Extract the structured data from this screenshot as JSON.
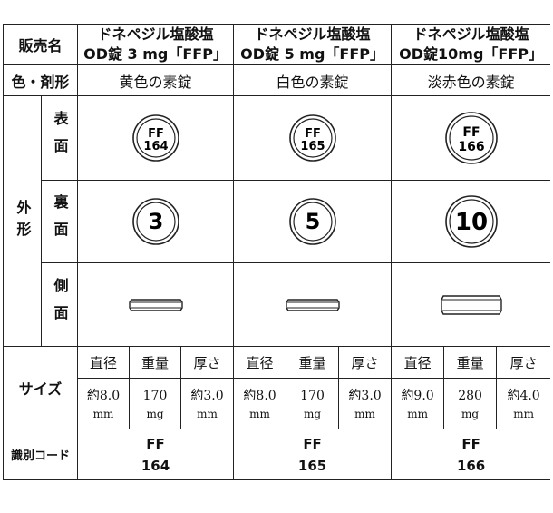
{
  "header": {
    "name_label": "販売名",
    "products": [
      {
        "line1": "ドネペジル塩酸塩",
        "line2": "OD錠 3 mg「FFP」"
      },
      {
        "line1": "ドネペジル塩酸塩",
        "line2": "OD錠 5 mg「FFP」"
      },
      {
        "line1": "ドネペジル塩酸塩",
        "line2": "OD錠10mg「FFP」"
      }
    ]
  },
  "color_row": {
    "label": "色・剤形",
    "values": [
      "黄色の素錠",
      "白色の素錠",
      "淡赤色の素錠"
    ]
  },
  "appearance": {
    "label": "外形",
    "front_label": "表面",
    "back_label": "裏面",
    "side_label": "側面",
    "front_marks": [
      {
        "line1": "FF",
        "line2": "164"
      },
      {
        "line1": "FF",
        "line2": "165"
      },
      {
        "line1": "FF",
        "line2": "166"
      }
    ],
    "back_marks": [
      "3",
      "5",
      "10"
    ]
  },
  "size": {
    "label": "サイズ",
    "headers": [
      "直径",
      "重量",
      "厚さ"
    ],
    "values": [
      [
        {
          "v": "約8.0",
          "u": "mm"
        },
        {
          "v": "170",
          "u": "mg"
        },
        {
          "v": "約3.0",
          "u": "mm"
        }
      ],
      [
        {
          "v": "約8.0",
          "u": "mm"
        },
        {
          "v": "170",
          "u": "mg"
        },
        {
          "v": "約3.0",
          "u": "mm"
        }
      ],
      [
        {
          "v": "約9.0",
          "u": "mm"
        },
        {
          "v": "280",
          "u": "mg"
        },
        {
          "v": "約4.0",
          "u": "mm"
        }
      ]
    ]
  },
  "code_row": {
    "label": "識別コード",
    "codes": [
      {
        "line1": "FF",
        "line2": "164"
      },
      {
        "line1": "FF",
        "line2": "165"
      },
      {
        "line1": "FF",
        "line2": "166"
      }
    ]
  }
}
